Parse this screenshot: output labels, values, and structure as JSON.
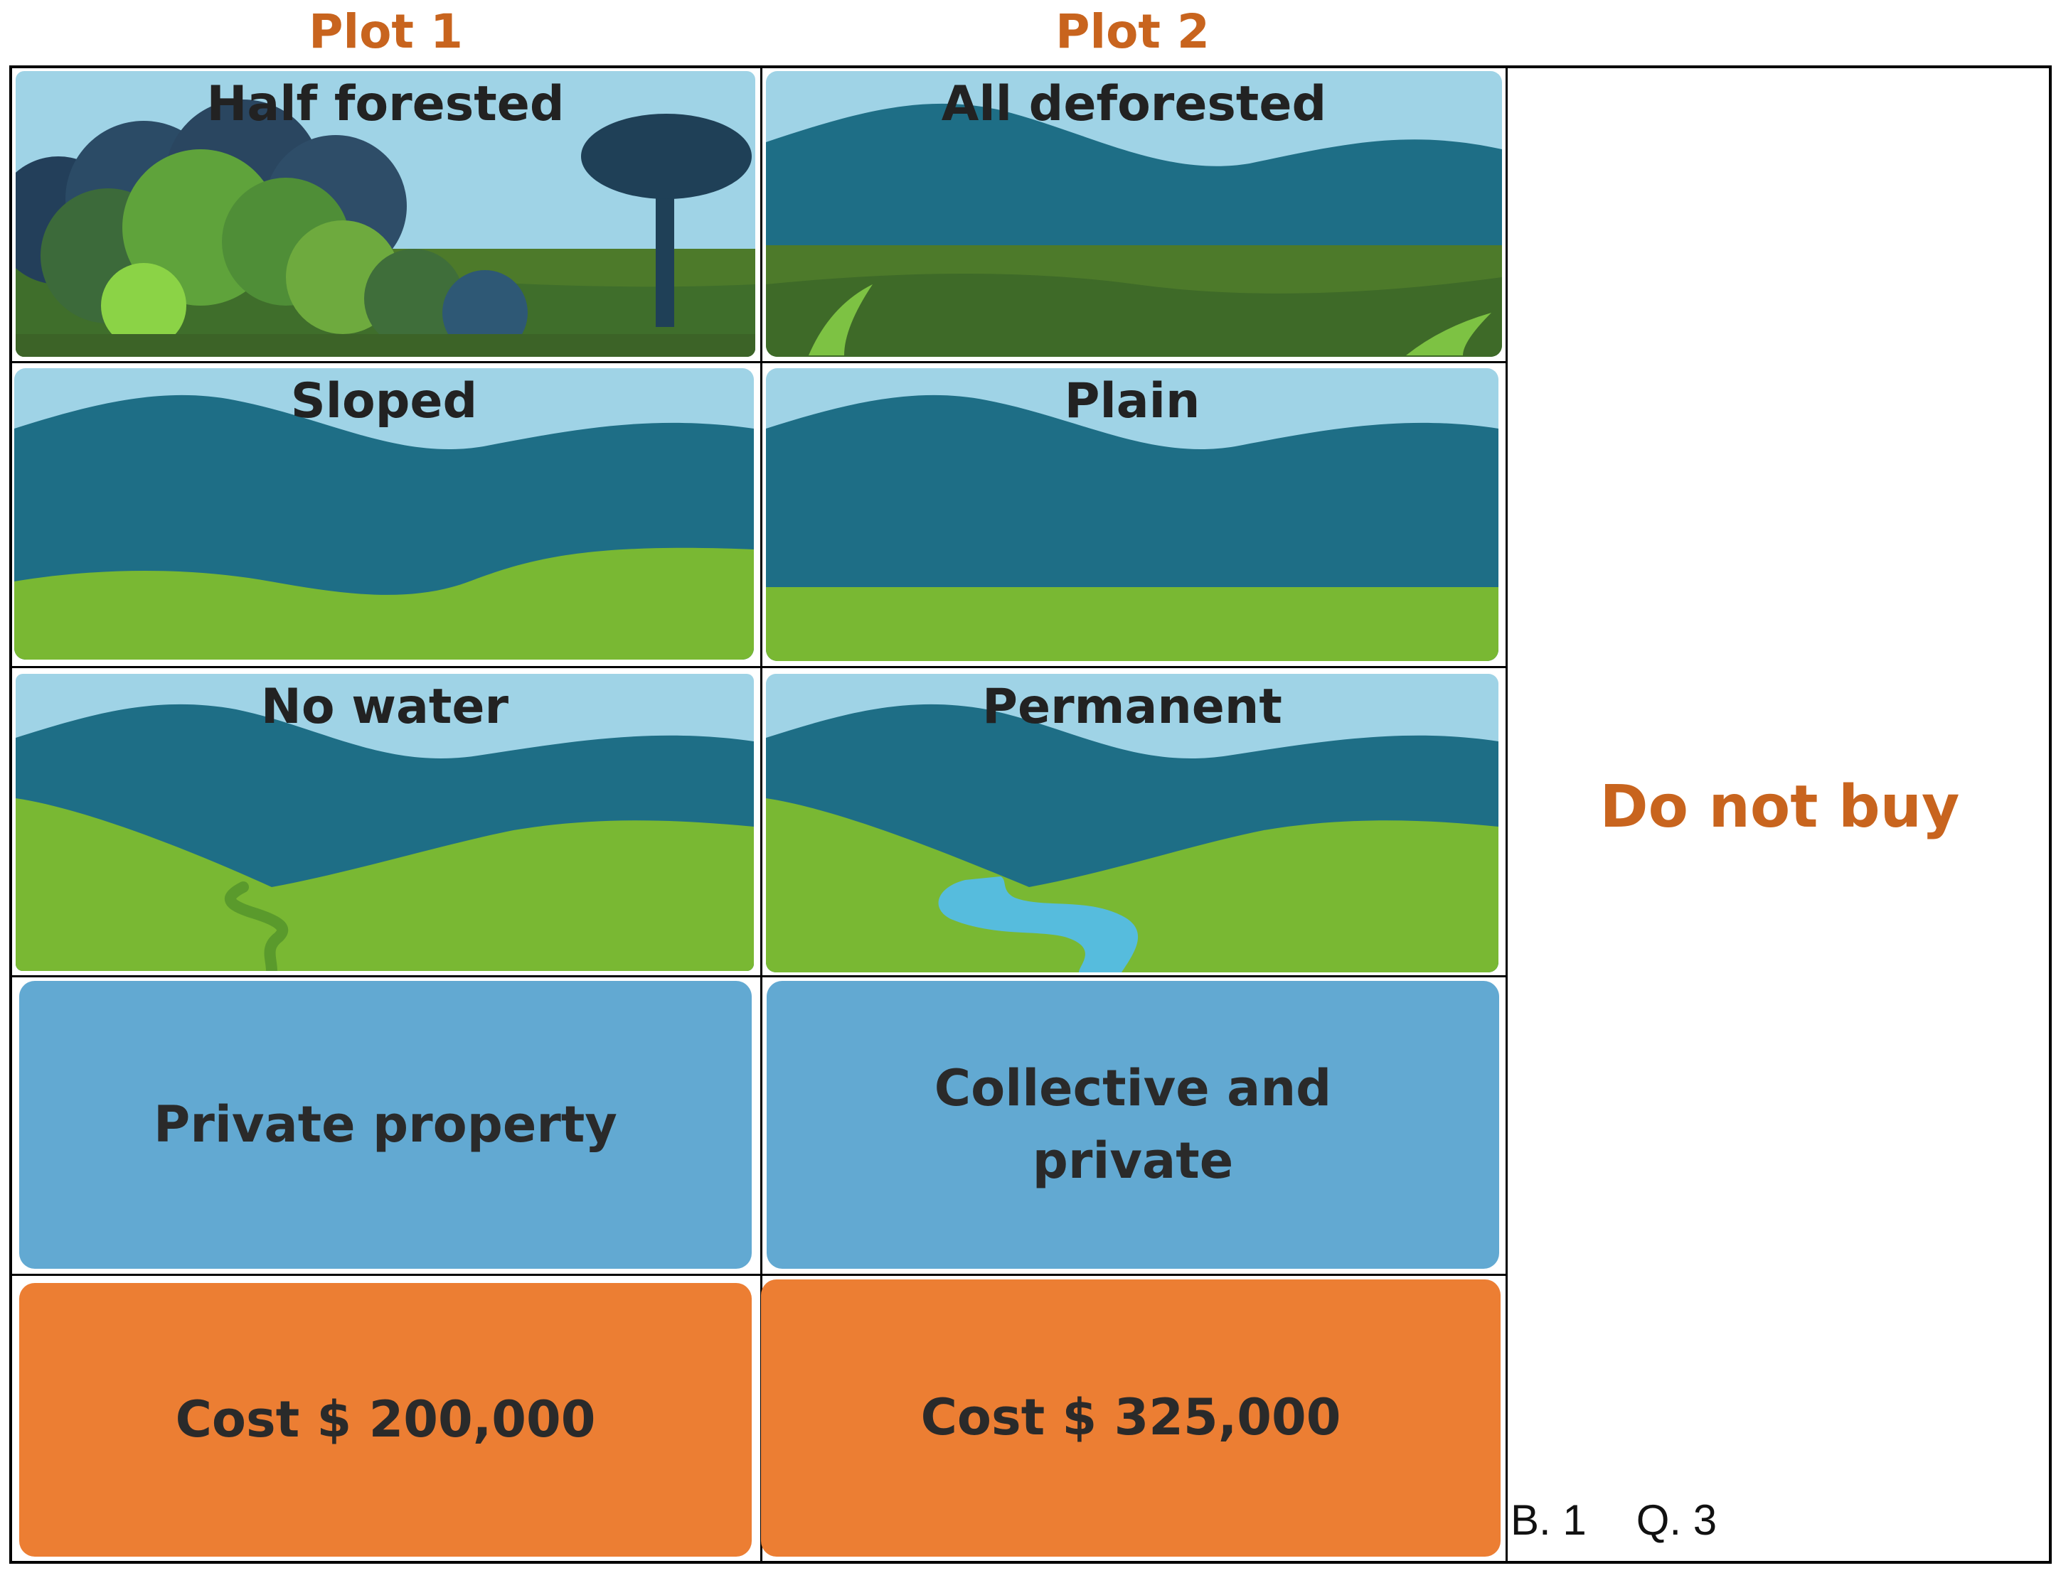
{
  "headers": {
    "plot1": "Plot 1",
    "plot2": "Plot 2"
  },
  "plot1": {
    "forest": "Half forested",
    "slope": "Sloped",
    "water": "No water",
    "tenure": "Private property",
    "cost": "Cost $ 200,000"
  },
  "plot2": {
    "forest": "All deforested",
    "slope": "Plain",
    "water": "Permanent",
    "tenure_line1": "Collective and",
    "tenure_line2": "private",
    "cost": "Cost $ 325,000"
  },
  "option": {
    "label": "Do not buy"
  },
  "footer": {
    "block": "B. 1",
    "question": "Q. 3"
  },
  "colors": {
    "orange_text": "#C8641E",
    "sky": "#9FD3E6",
    "mountain": "#1E6E86",
    "grass": "#79B833",
    "water": "#56BCDD",
    "card_blue": "#62A9D2",
    "card_orange": "#EC7E33"
  }
}
